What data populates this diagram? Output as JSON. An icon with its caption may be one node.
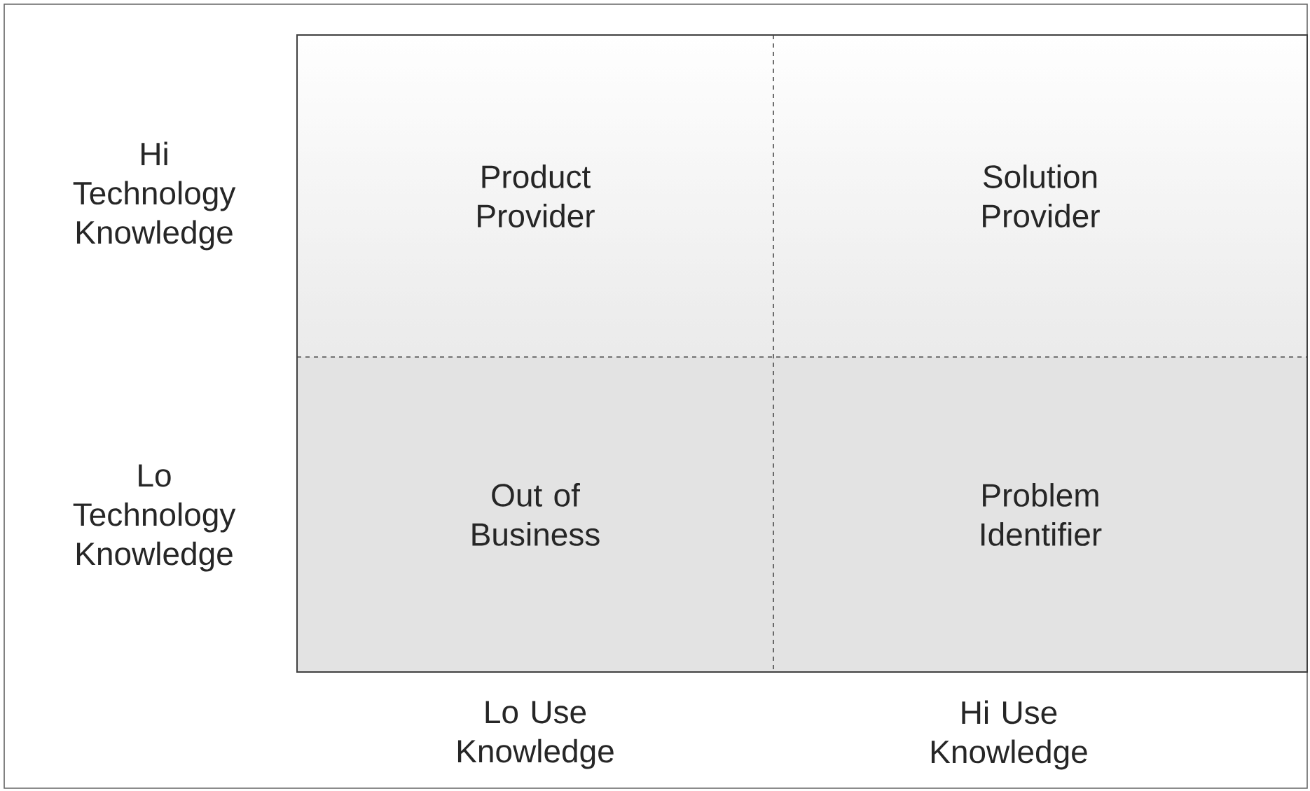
{
  "diagram": {
    "nodes": [
      {
        "text": [
          "Product Provider"
        ]
      },
      {
        "text": [
          "Solution Provider"
        ]
      },
      {
        "text": [
          "Out of Business"
        ]
      },
      {
        "text": [
          "Problem Identifier"
        ]
      }
    ],
    "labels": [
      "Hi Technology Knowledge",
      "Lo Technology Knowledge",
      "Lo Use Knowledge",
      "Hi Use Knowledge"
    ]
  }
}
